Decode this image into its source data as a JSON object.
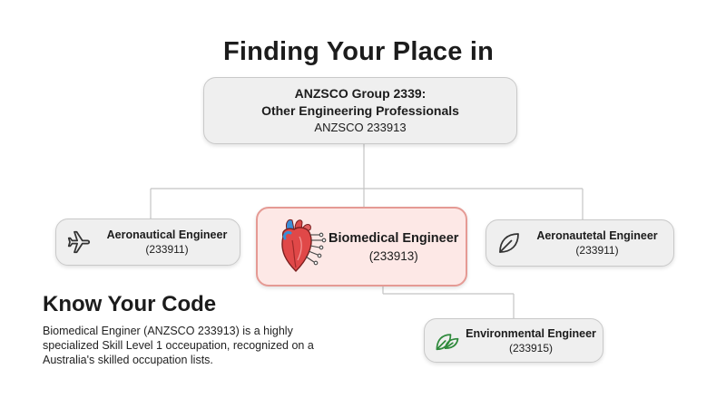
{
  "title": "Finding Your Place in",
  "root": {
    "line1": "ANZSCO Group 2339:",
    "line2": "Other Engineering Professionals",
    "line3": "ANZSCO 233913"
  },
  "nodes": {
    "aeronautical": {
      "name": "Aeronautical Engineer",
      "code": "(233911)",
      "icon": "airplane-icon"
    },
    "biomedical": {
      "name": "Biomedical Engineer",
      "code": "(233913)",
      "icon": "anatomical-heart-icon",
      "highlight_color": "#fde8e6"
    },
    "aeronautical_right": {
      "name": "Aeronautetal Engineer",
      "code": "(233911)",
      "icon": "leaf-icon"
    },
    "environmental": {
      "name": "Environmental Engineer",
      "code": "(233915)",
      "icon": "leaves-icon",
      "accent_color": "#2f8a3c"
    }
  },
  "know": {
    "title": "Know Your Code",
    "body": "Biomedical Enginer (ANZSCO 233913) is a highly specialized Skill Level 1 occeupation, recognized on a Australia's skilled occupation lists."
  }
}
